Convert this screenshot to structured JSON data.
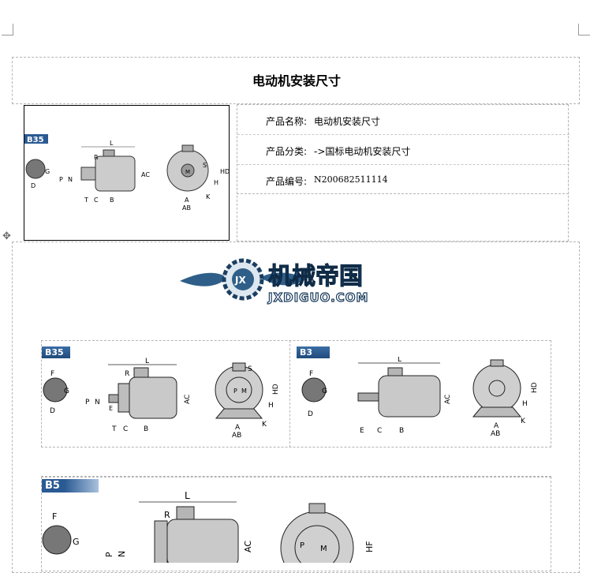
{
  "page": {
    "title": "电动机安装尺寸"
  },
  "info": {
    "rows": [
      {
        "label": "产品名称:",
        "value": "电动机安装尺寸"
      },
      {
        "label": "产品分类:",
        "value": "->国标电动机安装尺寸"
      },
      {
        "label": "产品编号:",
        "value": "N200682511114"
      }
    ]
  },
  "logo": {
    "text_cn": "机械帝国",
    "text_en": "JXDIGUO.COM",
    "badge": "JX"
  },
  "diagrams": {
    "b35": "B35",
    "b3": "B3",
    "b5": "B5",
    "dims": {
      "F": "F",
      "G": "G",
      "D": "D",
      "L": "L",
      "R": "R",
      "S": "S",
      "M": "M",
      "P": "P",
      "N": "N",
      "E": "E",
      "T": "T",
      "C": "C",
      "B": "B",
      "AC": "AC",
      "HD": "HD",
      "H": "H",
      "K": "K",
      "A": "A",
      "AB": "AB",
      "HF": "HF"
    }
  }
}
